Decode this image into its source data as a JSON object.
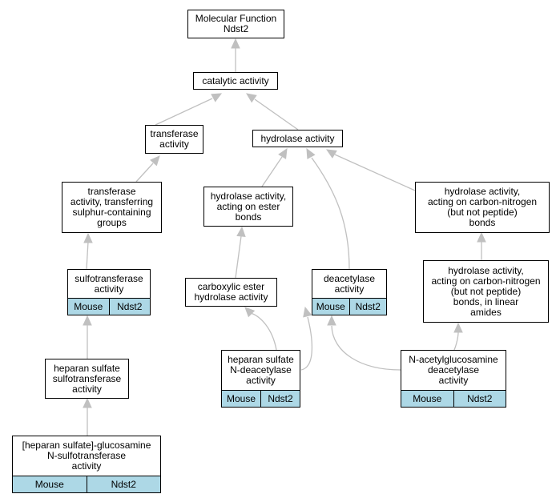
{
  "nodes": {
    "root": {
      "label": "Molecular Function\nNdst2"
    },
    "catalytic": {
      "label": "catalytic activity"
    },
    "transferase": {
      "label": "transferase\nactivity"
    },
    "hydrolase": {
      "label": "hydrolase activity"
    },
    "transfer_sulfur": {
      "label": "transferase\nactivity, transferring\nsulphur-containing\ngroups"
    },
    "hydro_ester": {
      "label": "hydrolase activity,\nacting on ester\nbonds"
    },
    "hydro_cn": {
      "label": "hydrolase activity,\nacting on carbon-nitrogen\n(but not peptide)\nbonds"
    },
    "sulfotransferase": {
      "label": "sulfotransferase\nactivity",
      "organism": "Mouse",
      "gene": "Ndst2"
    },
    "carbox_ester": {
      "label": "carboxylic ester\nhydrolase activity"
    },
    "deacetylase": {
      "label": "deacetylase\nactivity",
      "organism": "Mouse",
      "gene": "Ndst2"
    },
    "hydro_cn_amides": {
      "label": "hydrolase activity,\nacting on carbon-nitrogen\n(but not peptide)\nbonds, in linear\namides"
    },
    "hs_sulfotransferase": {
      "label": "heparan sulfate\nsulfotransferase\nactivity"
    },
    "hs_ndeacetylase": {
      "label": "heparan sulfate\nN-deacetylase\nactivity",
      "organism": "Mouse",
      "gene": "Ndst2"
    },
    "nacetylglucosamine": {
      "label": "N-acetylglucosamine\ndeacetylase\nactivity",
      "organism": "Mouse",
      "gene": "Ndst2"
    },
    "hs_glucosamine": {
      "label": "[heparan sulfate]-glucosamine\nN-sulfotransferase\nactivity",
      "organism": "Mouse",
      "gene": "Ndst2"
    }
  },
  "colors": {
    "edge": "#c0c0c0",
    "tag_fill": "#add8e6",
    "border": "#000000"
  }
}
